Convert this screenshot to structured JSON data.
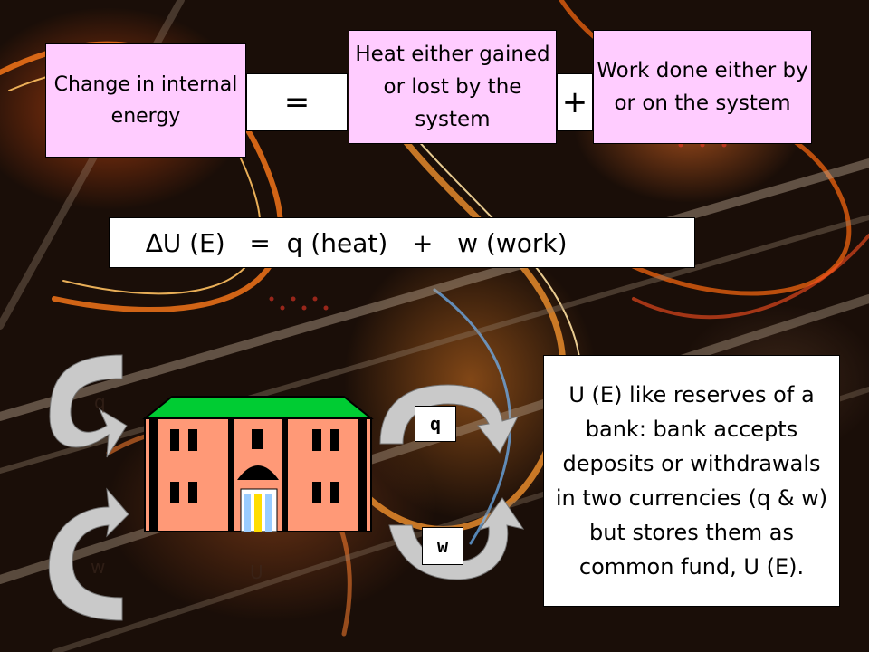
{
  "equation_boxes": {
    "change_label": "Change in internal energy",
    "heat_label": "Heat either gained or lost by the system",
    "work_label": "Work done either by or on the system",
    "equals_sign": "=",
    "plus_sign": "+"
  },
  "formula": "∆U (E)   =  q (heat)   +   w (work)",
  "bank_note": "U (E) like reserves of a bank: bank accepts deposits or withdrawals in two currencies (q & w) but stores them as common fund, U (E).",
  "arrow_tags": {
    "q": "q",
    "w": "w"
  },
  "faint_labels": {
    "q": "q",
    "w": "w",
    "u": "U"
  },
  "colors": {
    "box_pink": "#ffccff",
    "roof_green": "#00cc33",
    "building_salmon": "#ff9977",
    "arrow_gray": "#c9c9c9",
    "door_yellow": "#ffdd00",
    "door_blue": "#99ccff"
  },
  "icons": {
    "bank": "bank-building-icon",
    "left_arrows": "curved-arrow-icon",
    "right_arrows": "curved-arrow-icon"
  }
}
